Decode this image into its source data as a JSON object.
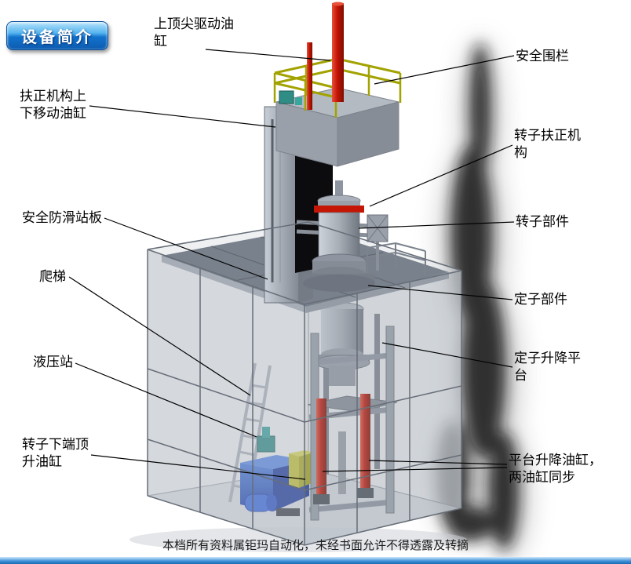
{
  "badge": {
    "label": "设备简介"
  },
  "callouts": [
    {
      "name": "top-tip-drive-cylinder",
      "label": "上顶尖驱动油缸"
    },
    {
      "name": "safety-fence",
      "label": "安全围栏"
    },
    {
      "name": "centering-mechanism-lift-cylinder",
      "label": "扶正机构上下移动油缸"
    },
    {
      "name": "rotor-centering-mechanism",
      "label": "转子扶正机构"
    },
    {
      "name": "anti-slip-standing-plate",
      "label": "安全防滑站板"
    },
    {
      "name": "rotor-component",
      "label": "转子部件"
    },
    {
      "name": "ladder",
      "label": "爬梯"
    },
    {
      "name": "stator-component",
      "label": "定子部件"
    },
    {
      "name": "hydraulic-station",
      "label": "液压站"
    },
    {
      "name": "stator-lifting-platform",
      "label": "定子升降平台"
    },
    {
      "name": "rotor-bottom-jacking-cylinder",
      "label": "转子下端顶升油缸"
    },
    {
      "name": "platform-lifting-cylinders",
      "label": "平台升降油缸，两油缸同步"
    }
  ],
  "footer": {
    "note": "本档所有资料属钜玛自动化，未经书面允许不得透露及转摘"
  },
  "illustration": {
    "subject": "转子定子装配设备三维图",
    "colors": {
      "cylinder_red": "#c41505",
      "railing_yellow": "#a2a200",
      "hydraulic_blue": "#2a52c8",
      "frame_gray": "#9aa0aa",
      "badge_blue": "#1272cc"
    }
  }
}
